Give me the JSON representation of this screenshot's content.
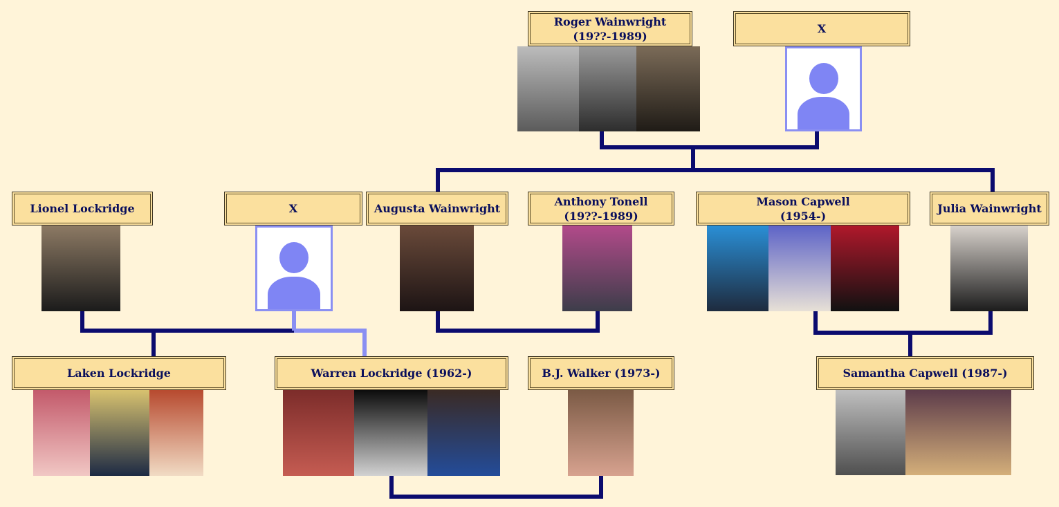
{
  "people": {
    "roger": {
      "name": "Roger Wainwright",
      "dates": "(19??-1989)"
    },
    "roger_spouse": {
      "name": "X"
    },
    "lionel": {
      "name": "Lionel Lockridge"
    },
    "x_middle": {
      "name": "X"
    },
    "augusta": {
      "name": "Augusta Wainwright"
    },
    "anthony": {
      "name": "Anthony Tonell",
      "dates": "(19??-1989)"
    },
    "mason": {
      "name": "Mason Capwell",
      "dates": "(1954-)"
    },
    "julia": {
      "name": "Julia Wainwright"
    },
    "laken": {
      "name": "Laken Lockridge"
    },
    "warren": {
      "name": "Warren  Lockridge (1962-)"
    },
    "bj": {
      "name": "B.J. Walker (1973-)"
    },
    "samantha": {
      "name": "Samantha Capwell (1987-)"
    }
  },
  "colors": {
    "background": "#fff4d9",
    "label_fill": "#fbe09e",
    "label_text": "#0a0f5c",
    "line_dark": "#0b0b6e",
    "line_light": "#8a8ff2",
    "placeholder": "#7f85f4"
  },
  "icons": {
    "placeholder": "person-silhouette-icon"
  }
}
